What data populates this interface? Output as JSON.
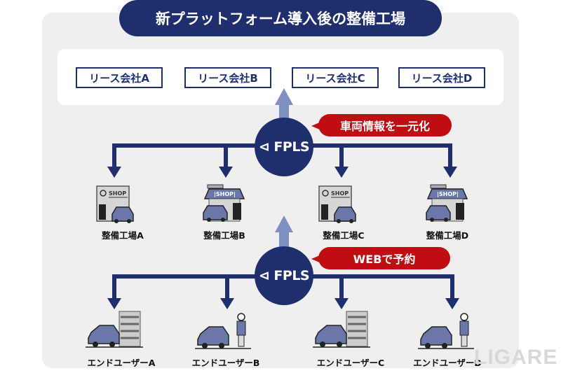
{
  "title": "新プラットフォーム導入後の整備工場",
  "lease_companies": [
    "リース会社A",
    "リース会社B",
    "リース会社C",
    "リース会社D"
  ],
  "platform_logo": "FPLS",
  "upper_callout": "車両情報を一元化",
  "lower_callout": "WEBで予約",
  "workshops": [
    "整備工場A",
    "整備工場B",
    "整備工場C",
    "整備工場D"
  ],
  "workshop_sign": "SHOP",
  "end_users": [
    "エンドユーザーA",
    "エンドユーザーB",
    "エンドユーザーC",
    "エンドユーザーD"
  ],
  "watermark": "LIGARE",
  "colors": {
    "navy": "#1f2f6e",
    "light_arrow": "#7f8fc0",
    "callout_red": "#c00d12",
    "panel": "#efefef",
    "car": "#6b77a8"
  }
}
